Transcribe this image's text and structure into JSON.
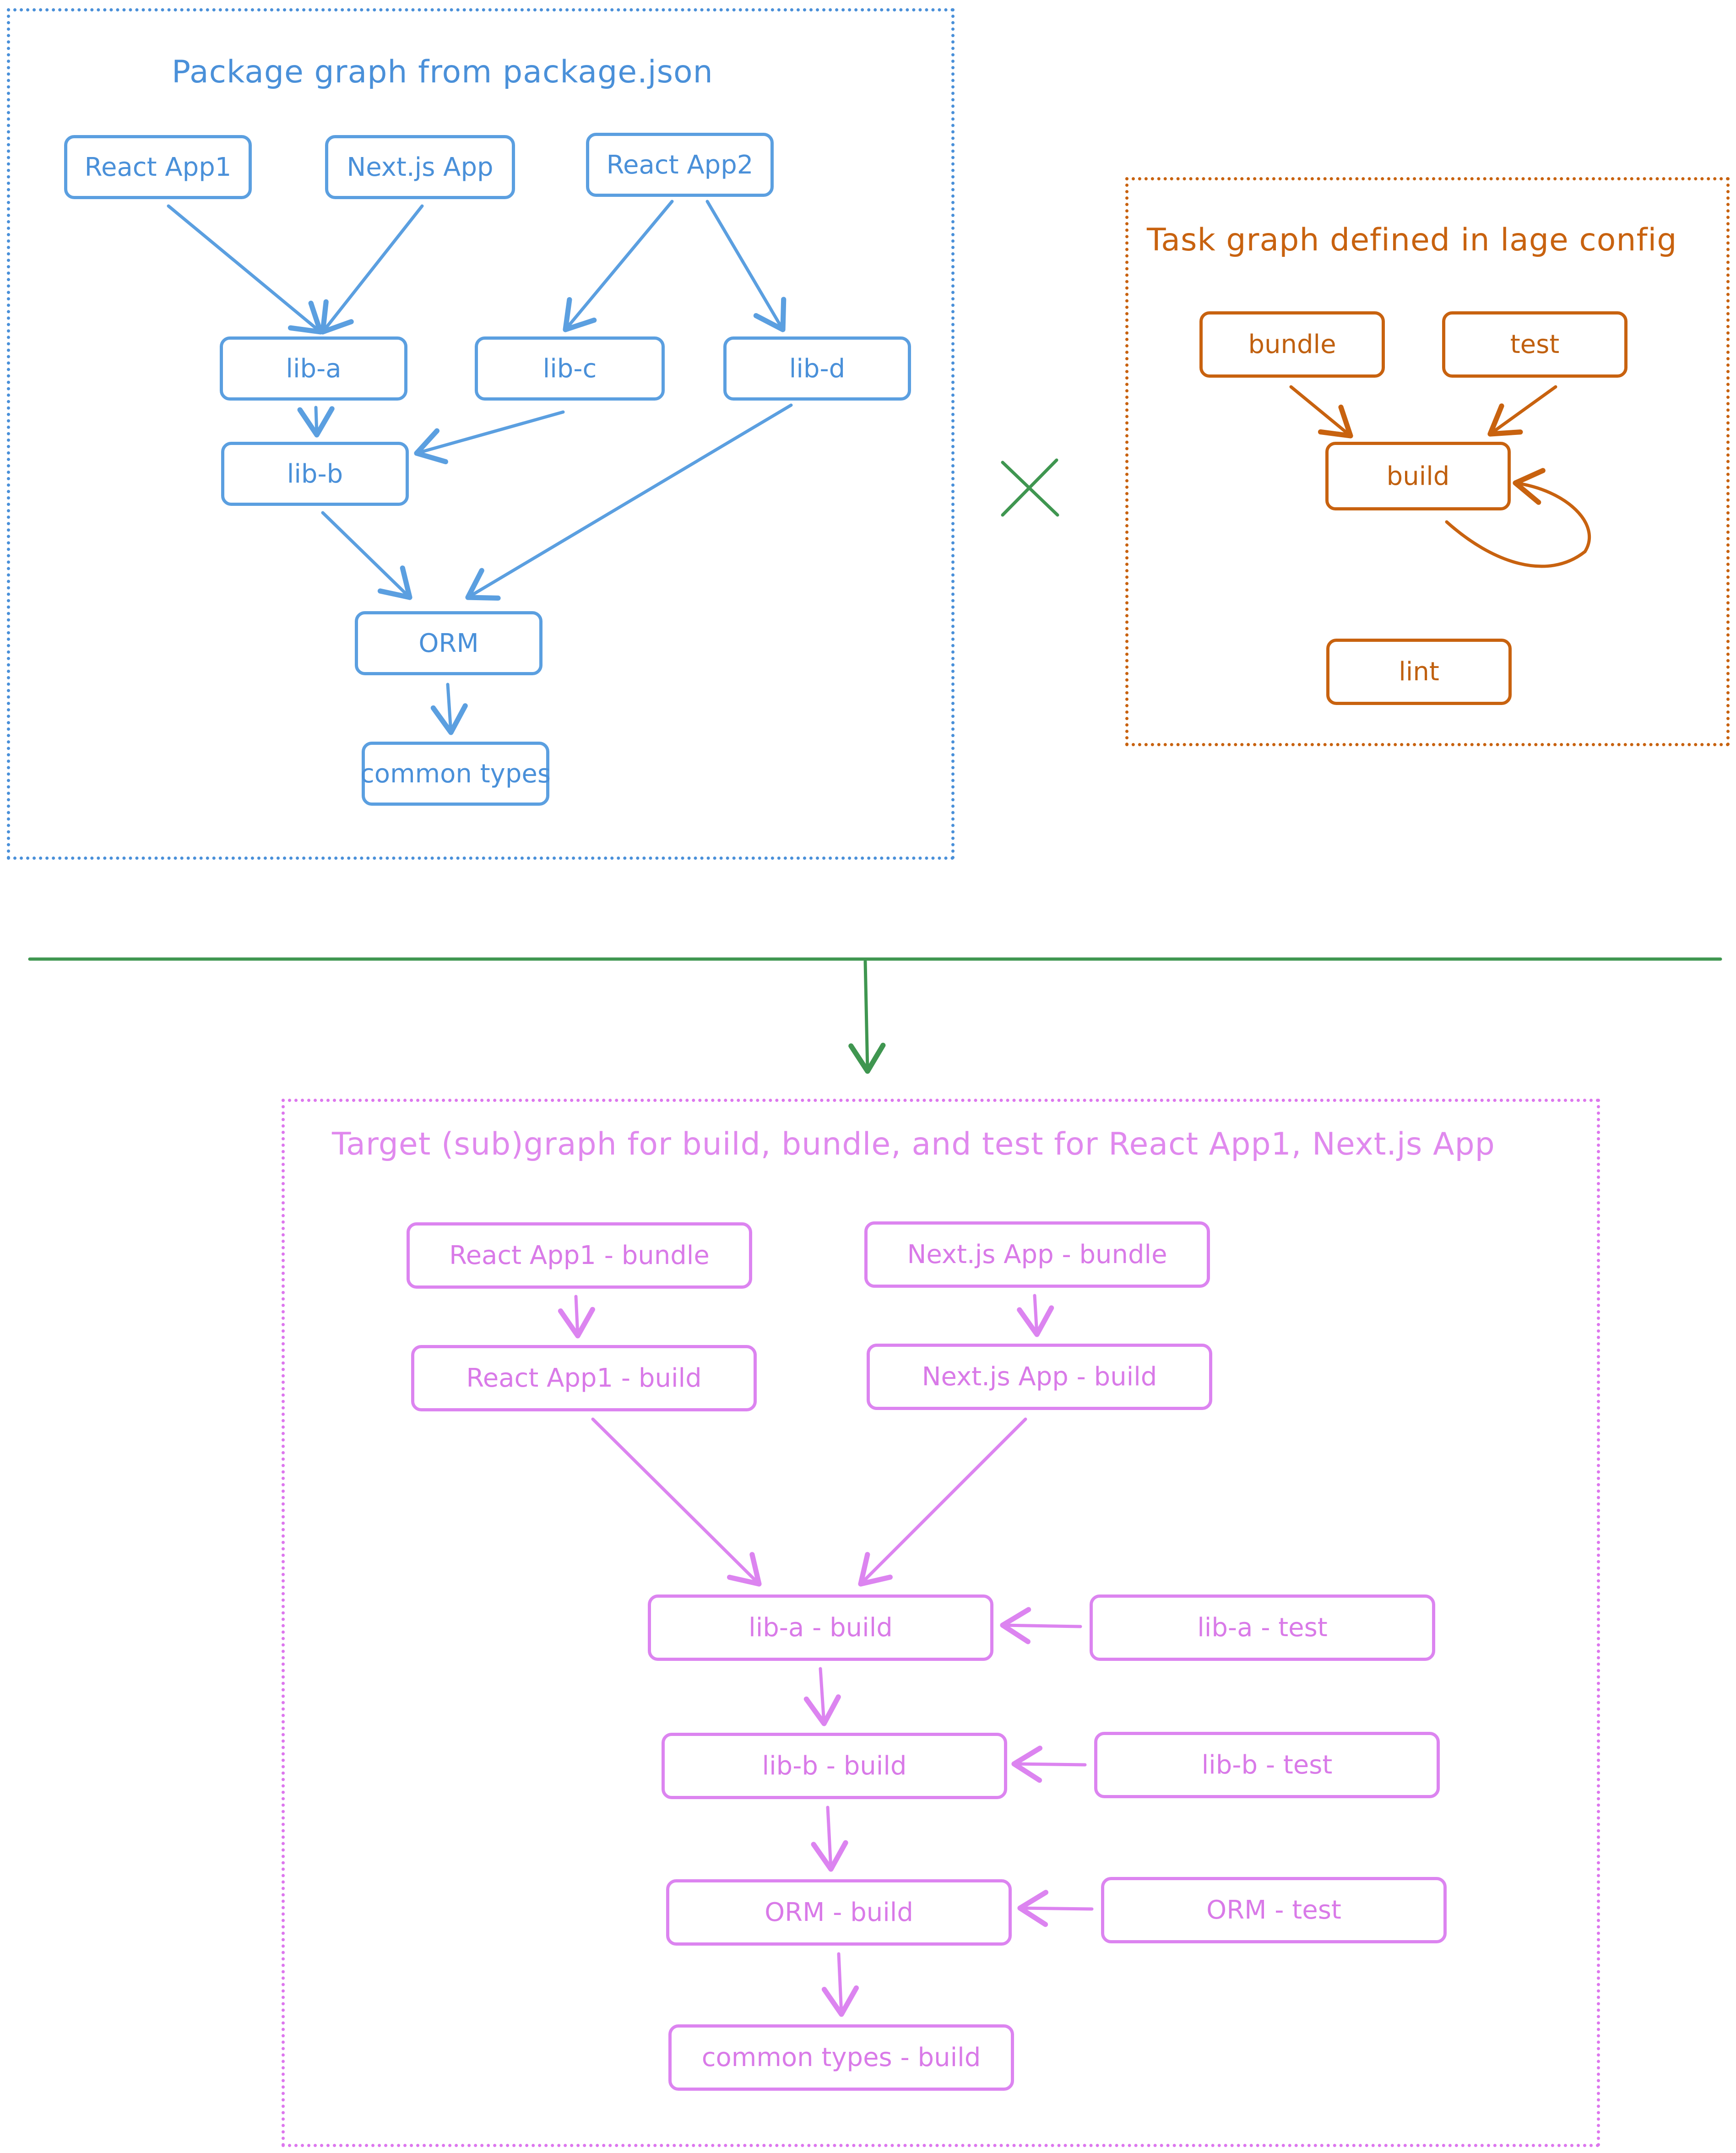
{
  "package_graph": {
    "title": "Package graph from package.json",
    "nodes": {
      "react_app1": "React App1",
      "nextjs_app": "Next.js App",
      "react_app2": "React App2",
      "lib_a": "lib-a",
      "lib_c": "lib-c",
      "lib_d": "lib-d",
      "lib_b": "lib-b",
      "orm": "ORM",
      "common_types": "common types"
    }
  },
  "task_graph": {
    "title": "Task graph defined in lage config",
    "nodes": {
      "bundle": "bundle",
      "test": "test",
      "build": "build",
      "lint": "lint"
    }
  },
  "target_graph": {
    "title": "Target (sub)graph for build, bundle, and test for React App1, Next.js App",
    "nodes": {
      "react_app1_bundle": "React App1 - bundle",
      "nextjs_app_bundle": "Next.js App - bundle",
      "react_app1_build": "React App1 - build",
      "nextjs_app_build": "Next.js App - build",
      "lib_a_build": "lib-a - build",
      "lib_a_test": "lib-a - test",
      "lib_b_build": "lib-b - build",
      "lib_b_test": "lib-b - test",
      "orm_build": "ORM - build",
      "orm_test": "ORM - test",
      "common_types_build": "common types - build"
    }
  },
  "colors": {
    "package_graph": "#4a90d9",
    "task_graph": "#c8620f",
    "target_graph": "#dd77ee",
    "combine": "#3f9650"
  }
}
